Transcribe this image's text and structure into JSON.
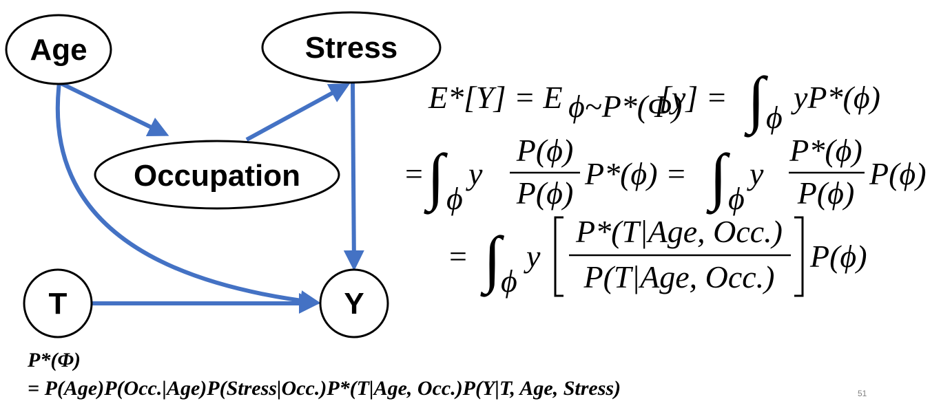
{
  "nodes": {
    "age": "Age",
    "stress": "Stress",
    "occupation": "Occupation",
    "t": "T",
    "y": "Y"
  },
  "equations": {
    "line1_lhs": "E*[Y] = E",
    "line1_sub": "ϕ~P*(Φ)",
    "line1_mid": "[y] =",
    "line1_int_sub": "ϕ",
    "line1_rhs": "yP*(ϕ)",
    "line2_eq": "=",
    "line2_int1_sub": "ϕ",
    "line2_y1": "y",
    "line2_frac1_num": "P(ϕ)",
    "line2_frac1_den": "P(ϕ)",
    "line2_after1": "P*(ϕ) =",
    "line2_int2_sub": "ϕ",
    "line2_y2": "y",
    "line2_frac2_num": "P*(ϕ)",
    "line2_frac2_den": "P(ϕ)",
    "line2_after2": "P(ϕ)",
    "line3_eq": "=",
    "line3_int_sub": "ϕ",
    "line3_y": "y",
    "line3_frac_num": "P*(T|Age, Occ.)",
    "line3_frac_den": "P(T|Age, Occ.)",
    "line3_after": "P(ϕ)"
  },
  "factorization": {
    "lhs": "P*(Φ)",
    "rhs": "= P(Age)P(Occ.|Age)P(Stress|Occ.)P*(T|Age, Occ.)P(Y|T, Age, Stress)"
  },
  "slide_number": "51",
  "colors": {
    "arrow": "#4472c4",
    "node_stroke": "#000000"
  }
}
